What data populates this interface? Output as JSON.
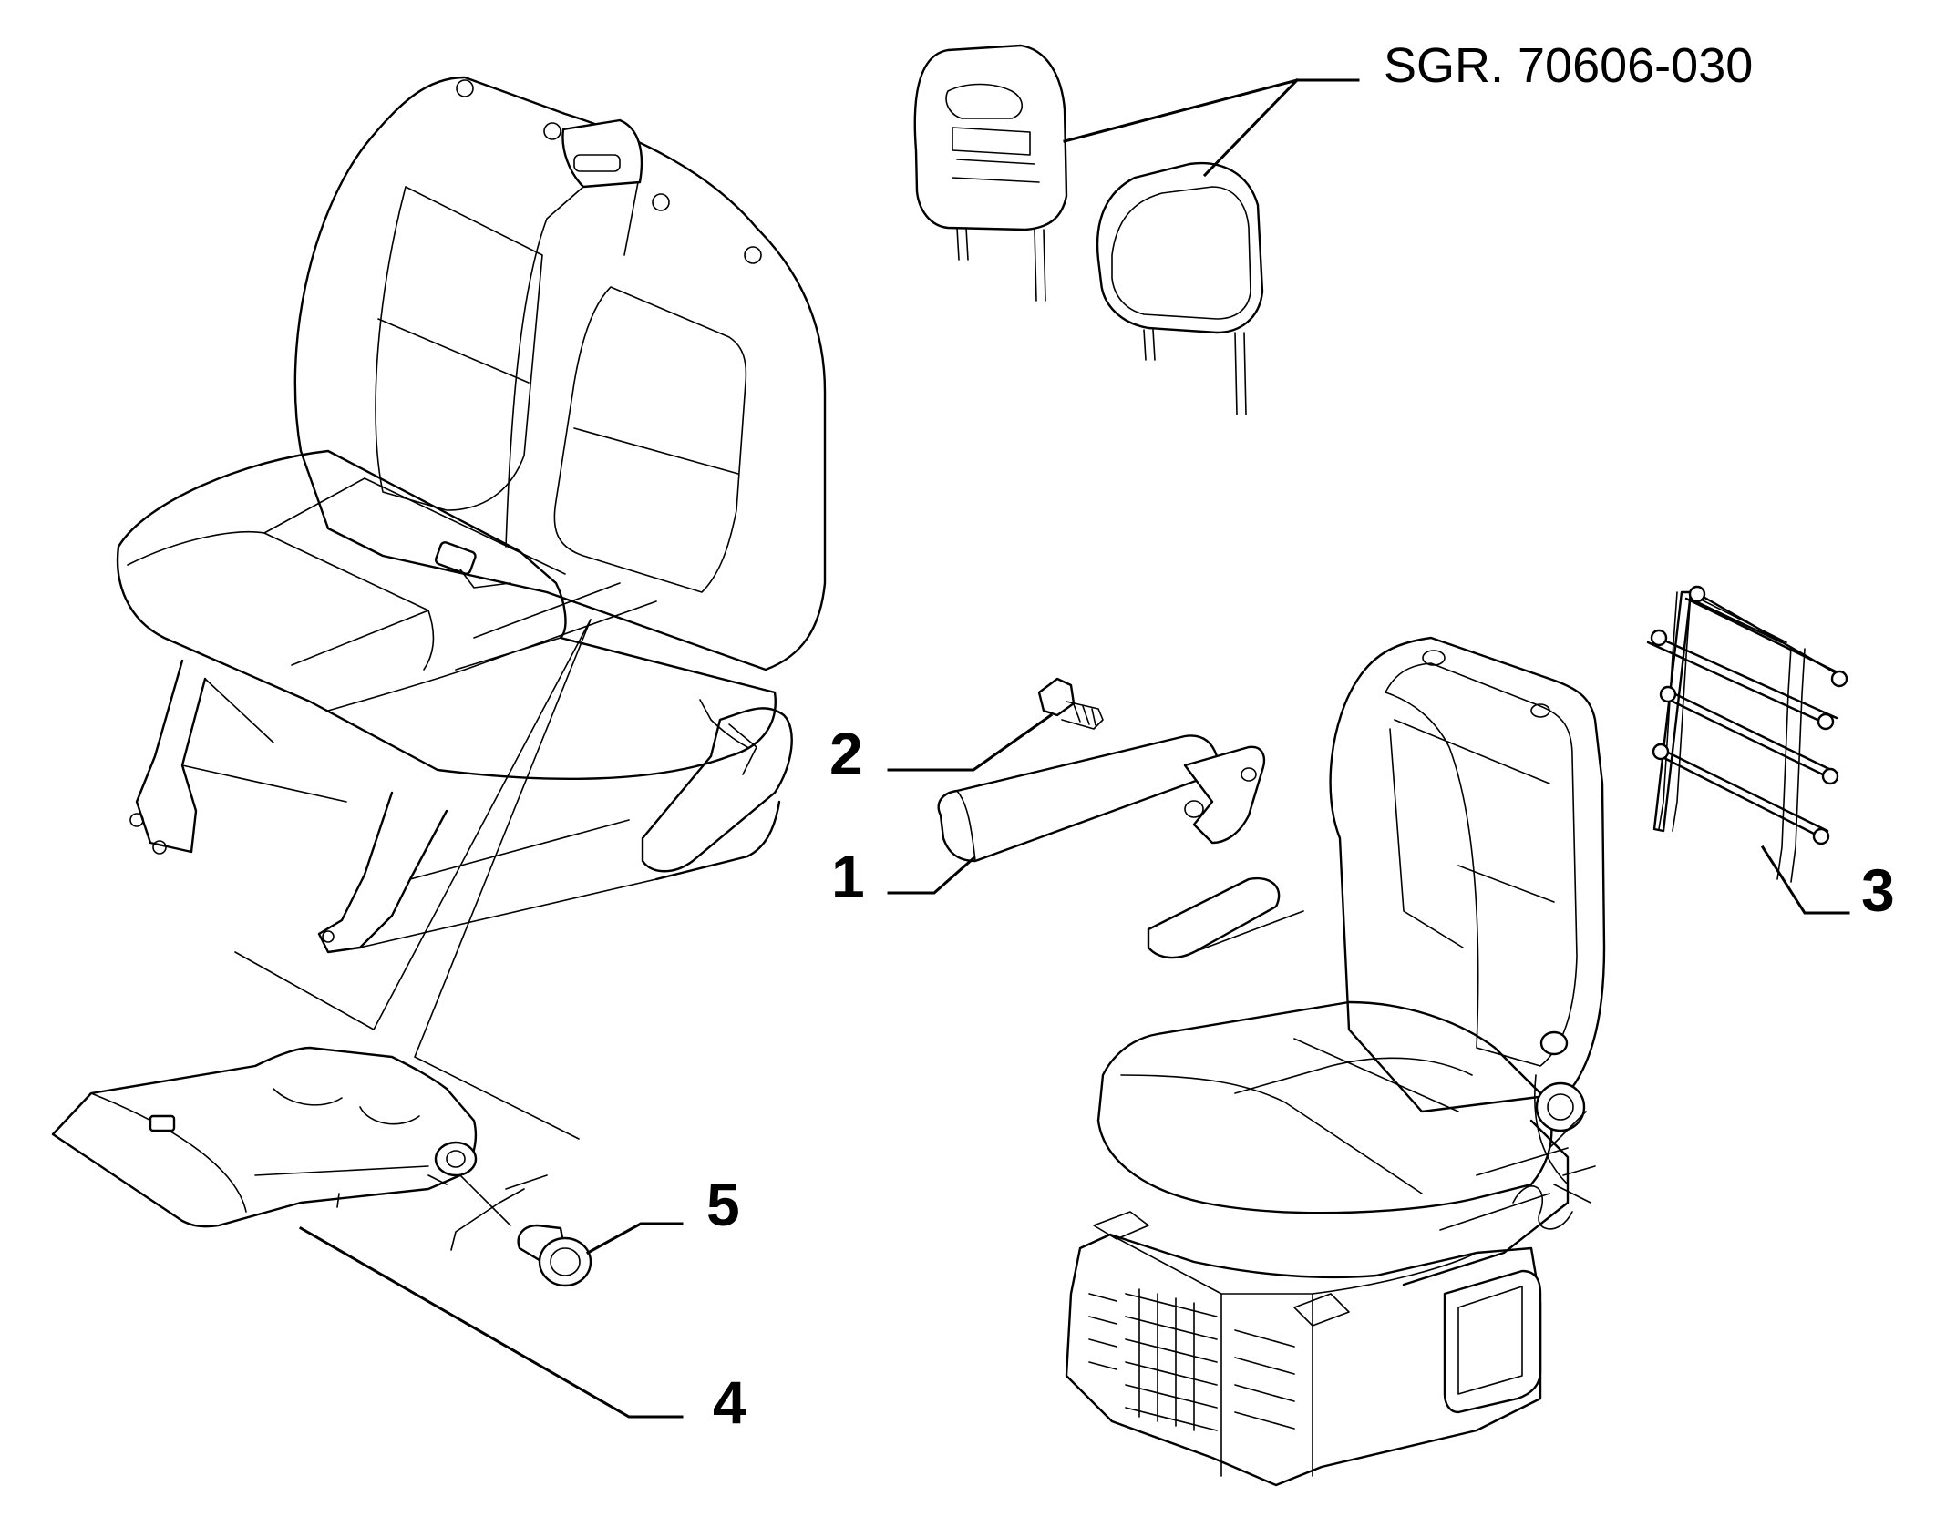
{
  "reference": "SGR. 70606-030",
  "callouts": {
    "c1": "1",
    "c2": "2",
    "c3": "3",
    "c4": "4",
    "c5": "5"
  },
  "colors": {
    "line": "#000000",
    "background": "#ffffff"
  }
}
